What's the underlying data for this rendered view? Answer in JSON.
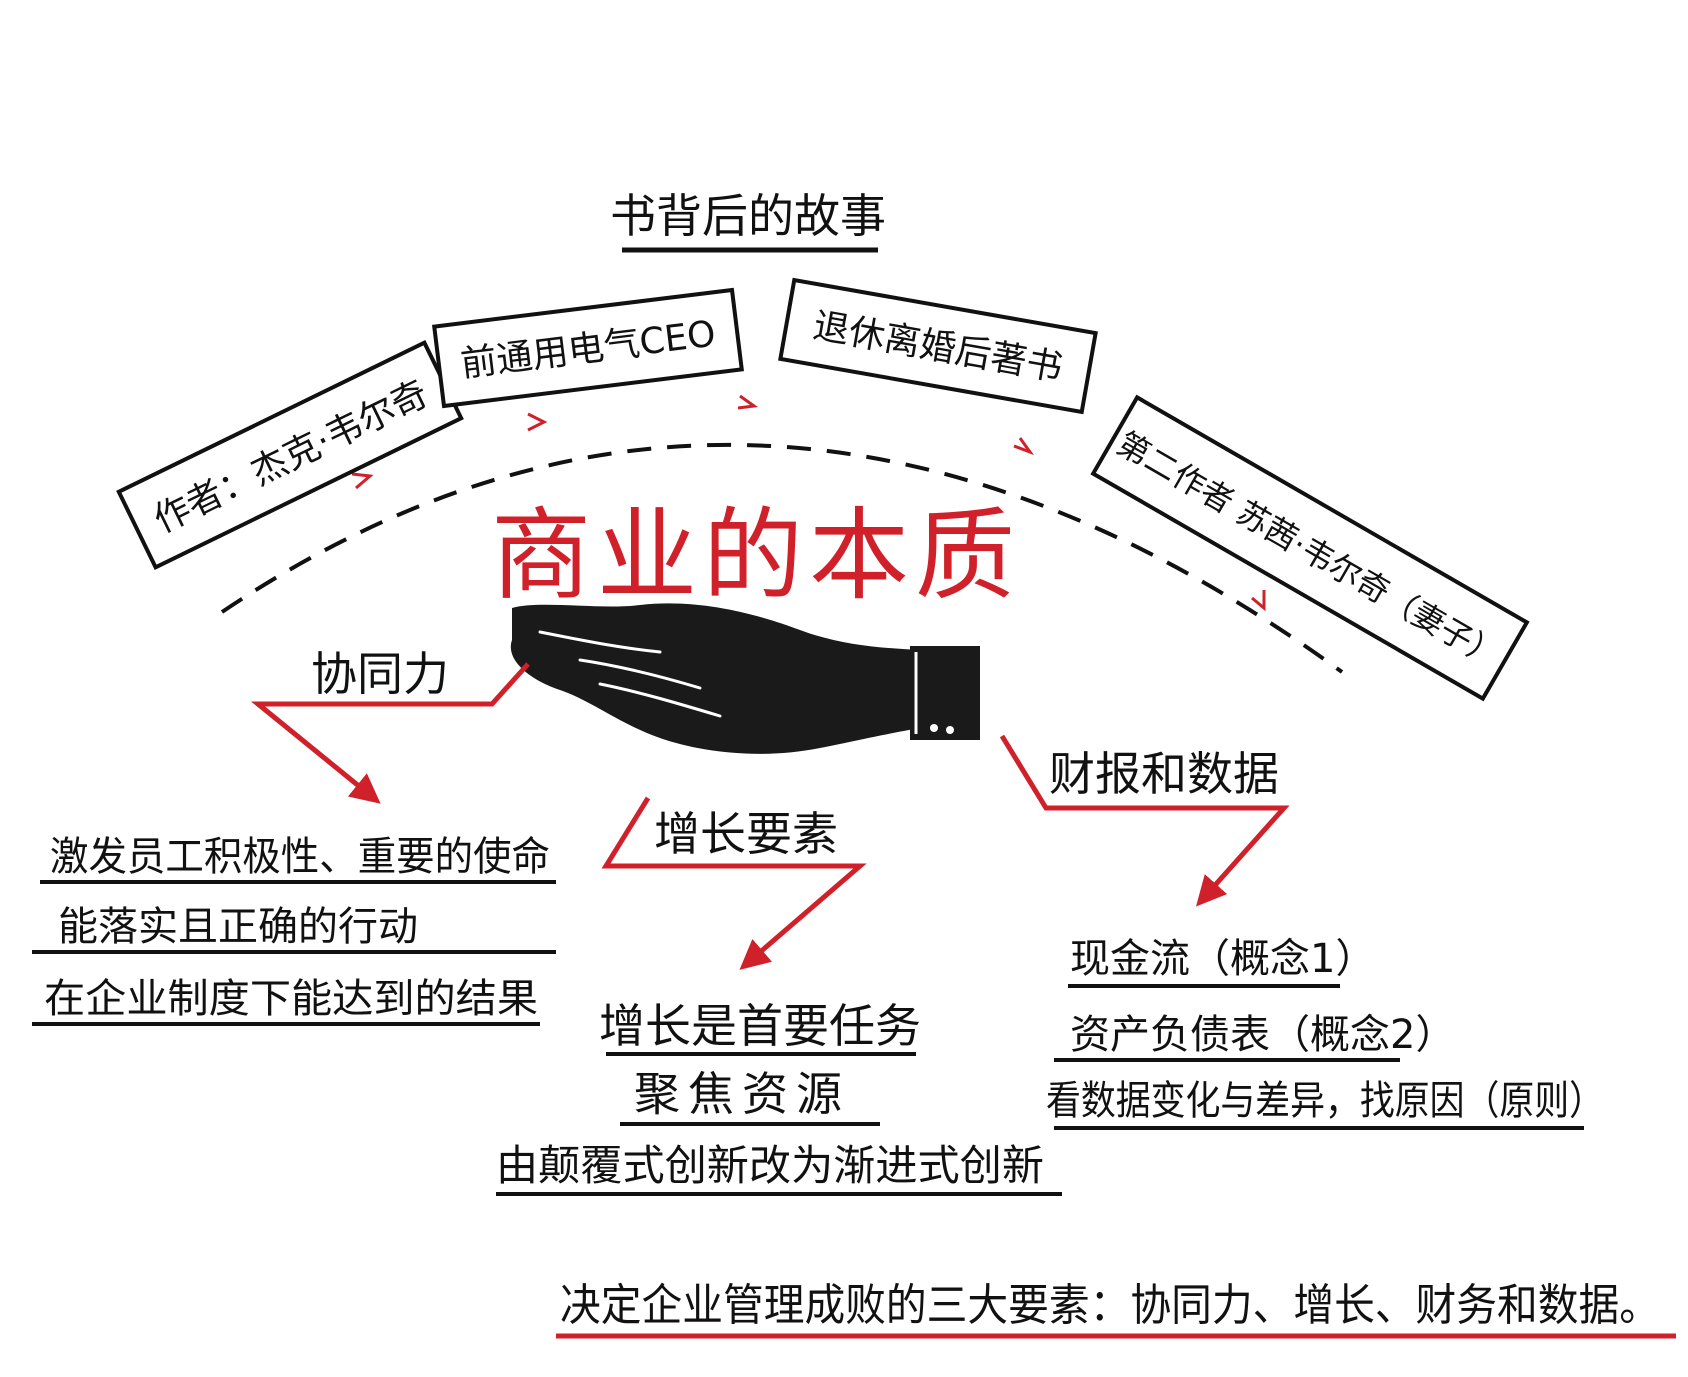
{
  "story": {
    "heading": "书背后的故事",
    "boxes": [
      "作者：杰克·韦尔奇",
      "前通用电气CEO",
      "退休离婚后著书",
      "第二作者 苏茜·韦尔奇（妻子）"
    ]
  },
  "book_title": "商业的本质",
  "branches": [
    {
      "title": "协同力",
      "items": [
        "激发员工积极性、重要的使命",
        "能落实且正确的行动",
        "在企业制度下能达到的结果"
      ]
    },
    {
      "title": "增长要素",
      "items": [
        "增长是首要任务",
        "聚焦资源",
        "由颠覆式创新改为渐进式创新"
      ]
    },
    {
      "title": "财报和数据",
      "items": [
        "现金流（概念1）",
        "资产负债表（概念2）",
        "看数据变化与差异，找原因（原则）"
      ]
    }
  ],
  "conclusion": "决定企业管理成败的三大要素：协同力、增长、财务和数据。",
  "colors": {
    "accent": "#d0202a",
    "ink": "#111111"
  }
}
